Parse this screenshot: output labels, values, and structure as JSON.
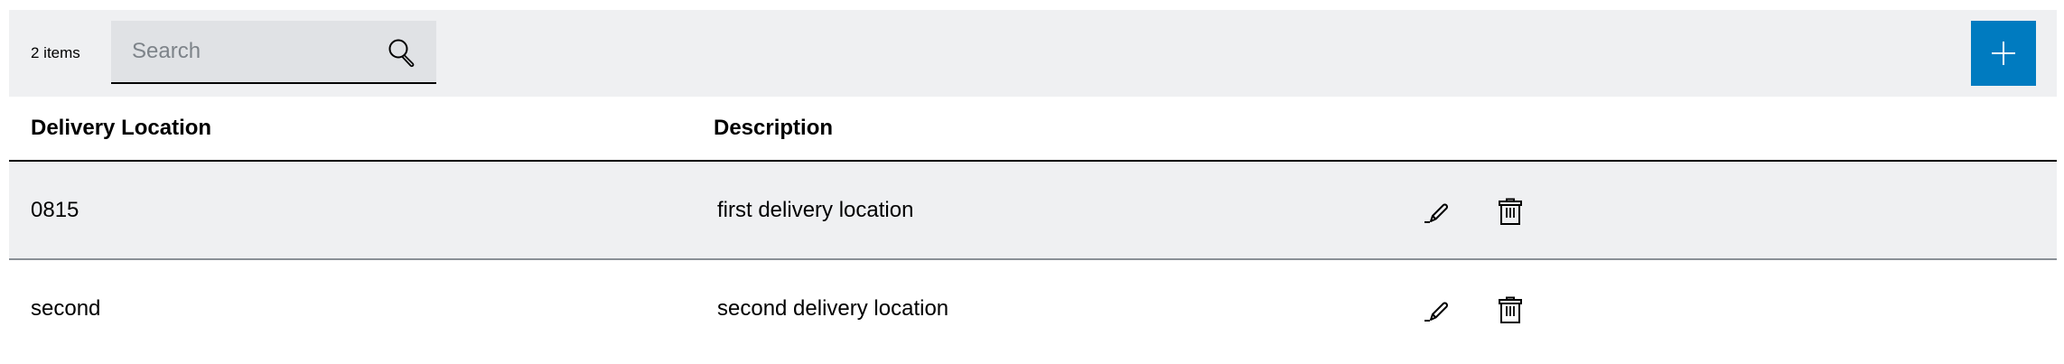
{
  "toolbar": {
    "item_count": "2 items",
    "search": {
      "placeholder": "Search",
      "value": "",
      "icon": "search-icon"
    },
    "add_button": {
      "icon": "plus-icon",
      "color": "#007bc0"
    }
  },
  "table": {
    "columns": [
      {
        "label": "Delivery Location"
      },
      {
        "label": "Description"
      }
    ],
    "rows": [
      {
        "location": "0815",
        "description": "first delivery location",
        "actions": [
          "edit-icon",
          "delete-icon"
        ]
      },
      {
        "location": "second",
        "description": "second delivery location",
        "actions": [
          "edit-icon",
          "delete-icon"
        ]
      }
    ]
  },
  "colors": {
    "toolbar_bg": "#eff0f2",
    "search_bg": "#e0e2e5",
    "accent": "#007bc0",
    "row_alt_bg": "#eff0f2"
  }
}
